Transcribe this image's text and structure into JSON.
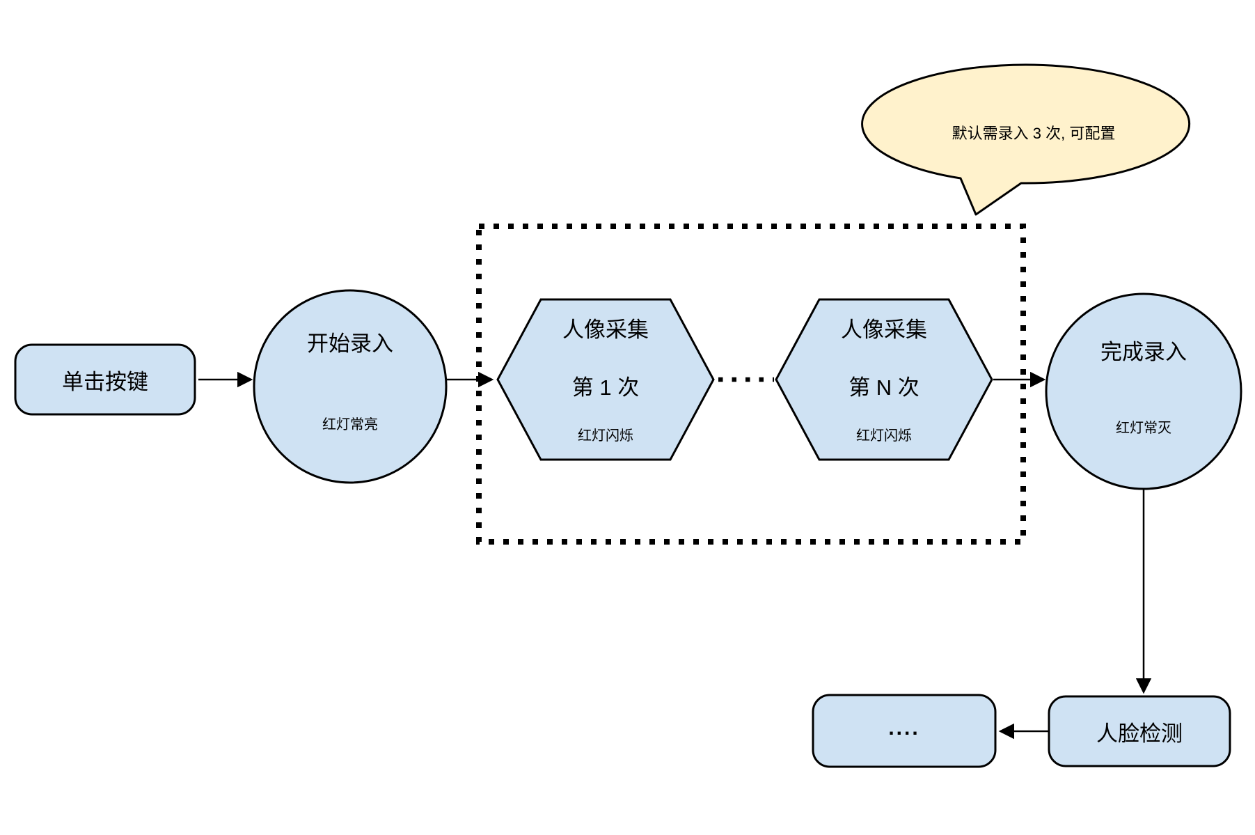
{
  "diagram": {
    "callout": {
      "text": "默认需录入 3 次, 可配置"
    },
    "nodes": {
      "click_button": {
        "label": "单击按键"
      },
      "start_enroll": {
        "label": "开始录入",
        "sublabel": "红灯常亮"
      },
      "capture_first": {
        "line1": "人像采集",
        "line2": "第 1 次",
        "sublabel": "红灯闪烁"
      },
      "capture_nth": {
        "line1": "人像采集",
        "line2": "第 N 次",
        "sublabel": "红灯闪烁"
      },
      "finish_enroll": {
        "label": "完成录入",
        "sublabel": "红灯常灭"
      },
      "face_detect": {
        "label": "人脸检测"
      },
      "more": {
        "label": "...."
      }
    },
    "colors": {
      "node_fill": "#cfe2f3",
      "node_border": "#000000",
      "callout_fill": "#fff2cc",
      "background": "#ffffff",
      "text": "#000000"
    }
  }
}
